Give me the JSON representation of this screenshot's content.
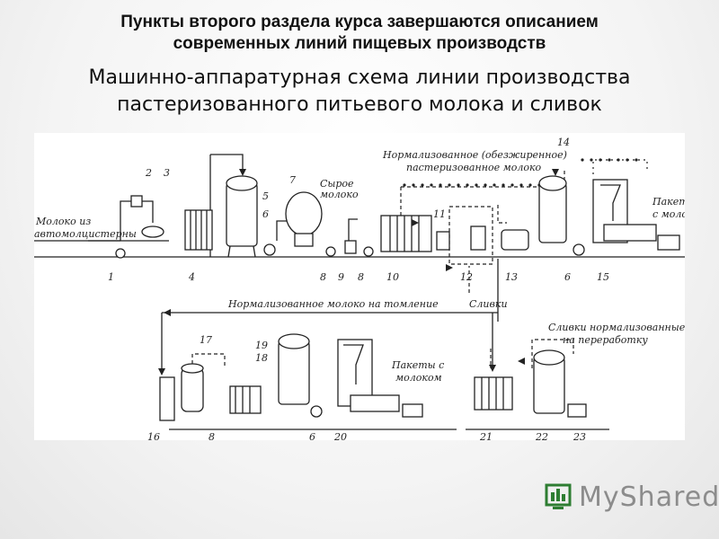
{
  "header": {
    "line1": "Пункты второго раздела курса завершаются описанием",
    "line2": "современных линий пищевых производств"
  },
  "title": {
    "line1": "Машинно-аппаратурная схема линии производства",
    "line2": "пастеризованного питьевого молока и сливок"
  },
  "diagram": {
    "labels": {
      "milk_from": "Молоко из",
      "tanker": "автомолцистерны",
      "raw_1": "Сырое",
      "raw_2": "молоко",
      "norm_1": "Нормализованное (обезжиренное)",
      "norm_2": "пастеризованное молоко",
      "packets_1": "Пакет",
      "packets_2": "с моло",
      "norm_torment": "Нормализованное молоко на томление",
      "cream": "Сливки",
      "cream_norm_1": "Сливки нормализованные",
      "cream_norm_2": "на переработку",
      "packets_milk_1": "Пакеты с",
      "packets_milk_2": "молоком"
    },
    "numbers": {
      "n1": "1",
      "n2": "2",
      "n3": "3",
      "n4": "4",
      "n5": "5",
      "n6a": "6",
      "n7": "7",
      "n8a": "8",
      "n9": "9",
      "n8b": "8",
      "n10": "10",
      "n11": "11",
      "n12": "12",
      "n13": "13",
      "n14": "14",
      "n6b": "6",
      "n15": "15",
      "n16": "16",
      "n17": "17",
      "n8c": "8",
      "n19": "19",
      "n18": "18",
      "n6c": "6",
      "n20": "20",
      "n21": "21",
      "n22": "22",
      "n23": "23"
    }
  },
  "logo": {
    "text": "MyShared"
  }
}
